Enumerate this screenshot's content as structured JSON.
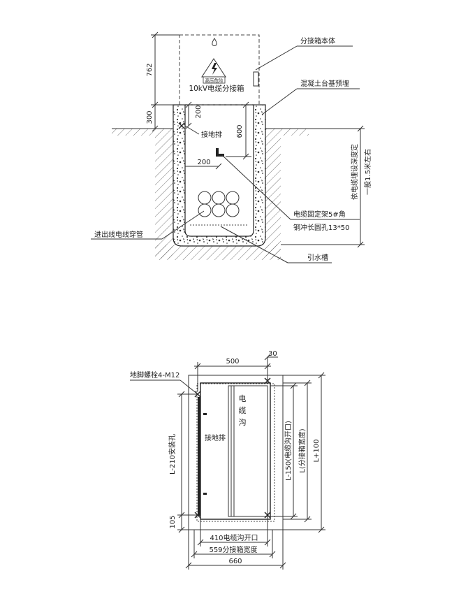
{
  "section": {
    "box_body": "分接箱本体",
    "concrete_base": "混凝土台基预埋",
    "box_title": "10kV电缆分接箱",
    "warning_sign": "高压危险",
    "ground_bar": "接地排",
    "fixing_bracket": "电缆固定架5#角",
    "punch_hole": "钢冲长圆孔13*50",
    "conduit": "进出线电线穿管",
    "drain": "引水槽",
    "depth_note_1": "依电缆埋设深度定",
    "depth_note_2": "一般1.5米左右",
    "dim_762": "762",
    "dim_300": "300",
    "dim_200_v": "200",
    "dim_600": "600",
    "dim_200_h": "200"
  },
  "plan": {
    "anchor_bolt": "地脚螺栓4-M12",
    "ground_bar": "接地排",
    "trench_1": "电",
    "trench_2": "缆",
    "trench_3": "沟",
    "dim_500": "500",
    "dim_30": "30",
    "dim_install_holes": "L-210安装孔",
    "dim_105": "105",
    "dim_trench_open_v": "L-150(电缆沟开口)",
    "dim_box_depth": "L(分接箱宽度)",
    "dim_l100": "L+100",
    "dim_410": "410电缆沟开口",
    "dim_559": "559分接箱宽度",
    "dim_660": "660"
  }
}
